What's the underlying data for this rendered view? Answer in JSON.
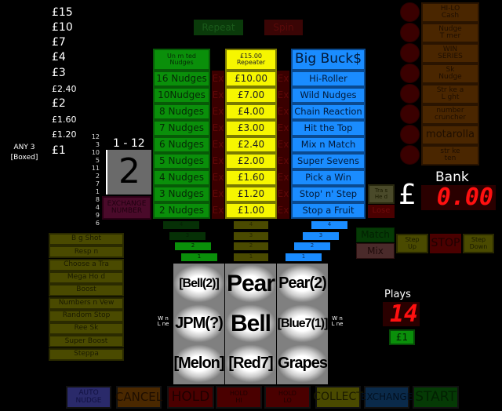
{
  "prize_ladder": [
    "£15",
    "£10",
    "£7",
    "£4",
    "£3",
    "£2.40",
    "£2",
    "£1.60",
    "£1.20",
    "£1"
  ],
  "any3": {
    "line1": "ANY 3",
    "line2": "[Boxed]"
  },
  "number_trail": [
    "12",
    "3",
    "10",
    "5",
    "11",
    "2",
    "7",
    "1",
    "8",
    "4",
    "9",
    "6"
  ],
  "number_range": "1 - 12",
  "current_number": "2",
  "exchange_number": "EXCHANGE\nNUMBER",
  "top_buttons": {
    "repeat": "Repeat",
    "spin": "Spin"
  },
  "nudge_column": {
    "header": "Un m ted\nNudges",
    "rows": [
      "16 Nudges",
      "10Nudges",
      "8 Nudges",
      "7 Nudges",
      "6 Nudges",
      "5 Nudges",
      "4 Nudges",
      "3 Nudges",
      "2 Nudges"
    ]
  },
  "ex_label": "Ex",
  "cash_column": {
    "header": "£15.00\nRepeater",
    "rows": [
      "£10.00",
      "£7.00",
      "£4.00",
      "£3.00",
      "£2.40",
      "£2.00",
      "£1.60",
      "£1.20",
      "£1.00"
    ]
  },
  "feature_column": {
    "header": "Big Buck$",
    "rows": [
      "Hi-Roller",
      "Wild Nudges",
      "Chain Reaction",
      "Hit the Top",
      "Mix n Match",
      "Super Sevens",
      "Pick a Win",
      "Stop' n' Step",
      "Stop a Fruit"
    ]
  },
  "steps": [
    "4",
    "3",
    "2",
    "1"
  ],
  "left_features": [
    "B g Shot",
    "Resp n",
    "Choose a Tra",
    "Mega Ho d",
    "Boost",
    "Numbers n Vew",
    "Random Stop",
    "Ree Sk",
    "Super Boost",
    "Steppa"
  ],
  "right_features": [
    "HI-LO\nCash",
    "Nudge\nT mer",
    "WIN\nSERIES",
    "Sk\nNudge",
    "Str ke a\nL ght",
    "number\ncruncher",
    "motarolla",
    "str ke\nten"
  ],
  "reels": [
    [
      "[Bell(2)]",
      "JPM(?)",
      "[Melon]"
    ],
    [
      "Pear",
      "Bell",
      "[Red7]"
    ],
    [
      "Pear(2)",
      "[Blue7(1)]",
      "Grapes"
    ]
  ],
  "win_line": "W n\nL ne",
  "bank": {
    "label": "Bank",
    "currency": "£",
    "value": "0.00"
  },
  "trail_held": "Tra s\nHe d",
  "lose": "Lose",
  "match": "Match",
  "mix": "Mix",
  "step_up": "Step\nUp",
  "stop": "STOP",
  "step_down": "Step\nDown",
  "plays": {
    "label": "Plays",
    "value": "14",
    "stake": "£1"
  },
  "bottom_buttons": [
    "AUTO\nNUDGE",
    "CANCEL",
    "HOLD",
    "HOLD\nHI",
    "HOLD\nLO",
    "COLLECT",
    "EXCHANGE",
    "START"
  ],
  "colors": {
    "nudge": "#0a8f0a",
    "cash": "#f6f600",
    "feature": "#1a8cff",
    "seg": "#ff1010"
  }
}
